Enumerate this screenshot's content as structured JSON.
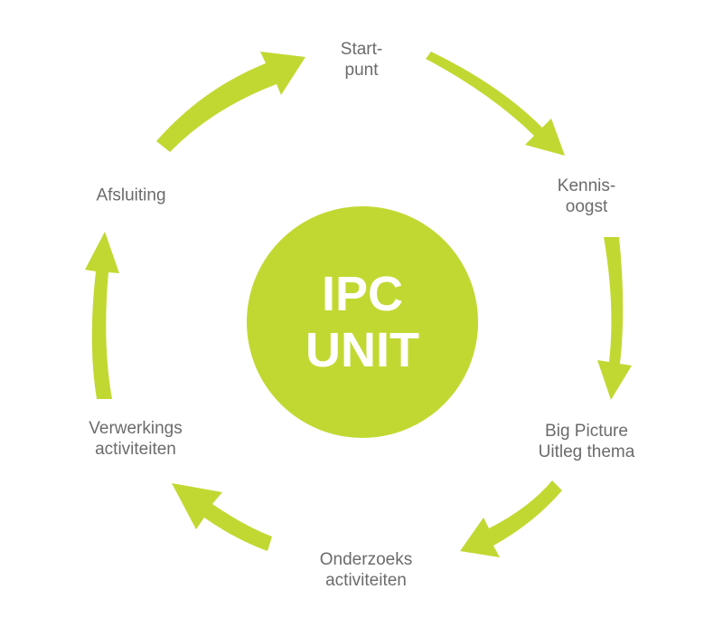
{
  "colors": {
    "accent": "#c2d832",
    "label": "#6b6b6b",
    "center_text": "#ffffff"
  },
  "center": {
    "line1": "IPC",
    "line2": "UNIT"
  },
  "steps": [
    {
      "line1": "Start-",
      "line2": "punt"
    },
    {
      "line1": "Kennis-",
      "line2": "oogst"
    },
    {
      "line1": "Big Picture",
      "line2": "Uitleg thema"
    },
    {
      "line1": "Onderzoeks",
      "line2": "activiteiten"
    },
    {
      "line1": "Verwerkings",
      "line2": "activiteiten"
    },
    {
      "line1": "Afsluiting",
      "line2": ""
    }
  ],
  "flow": "clockwise"
}
